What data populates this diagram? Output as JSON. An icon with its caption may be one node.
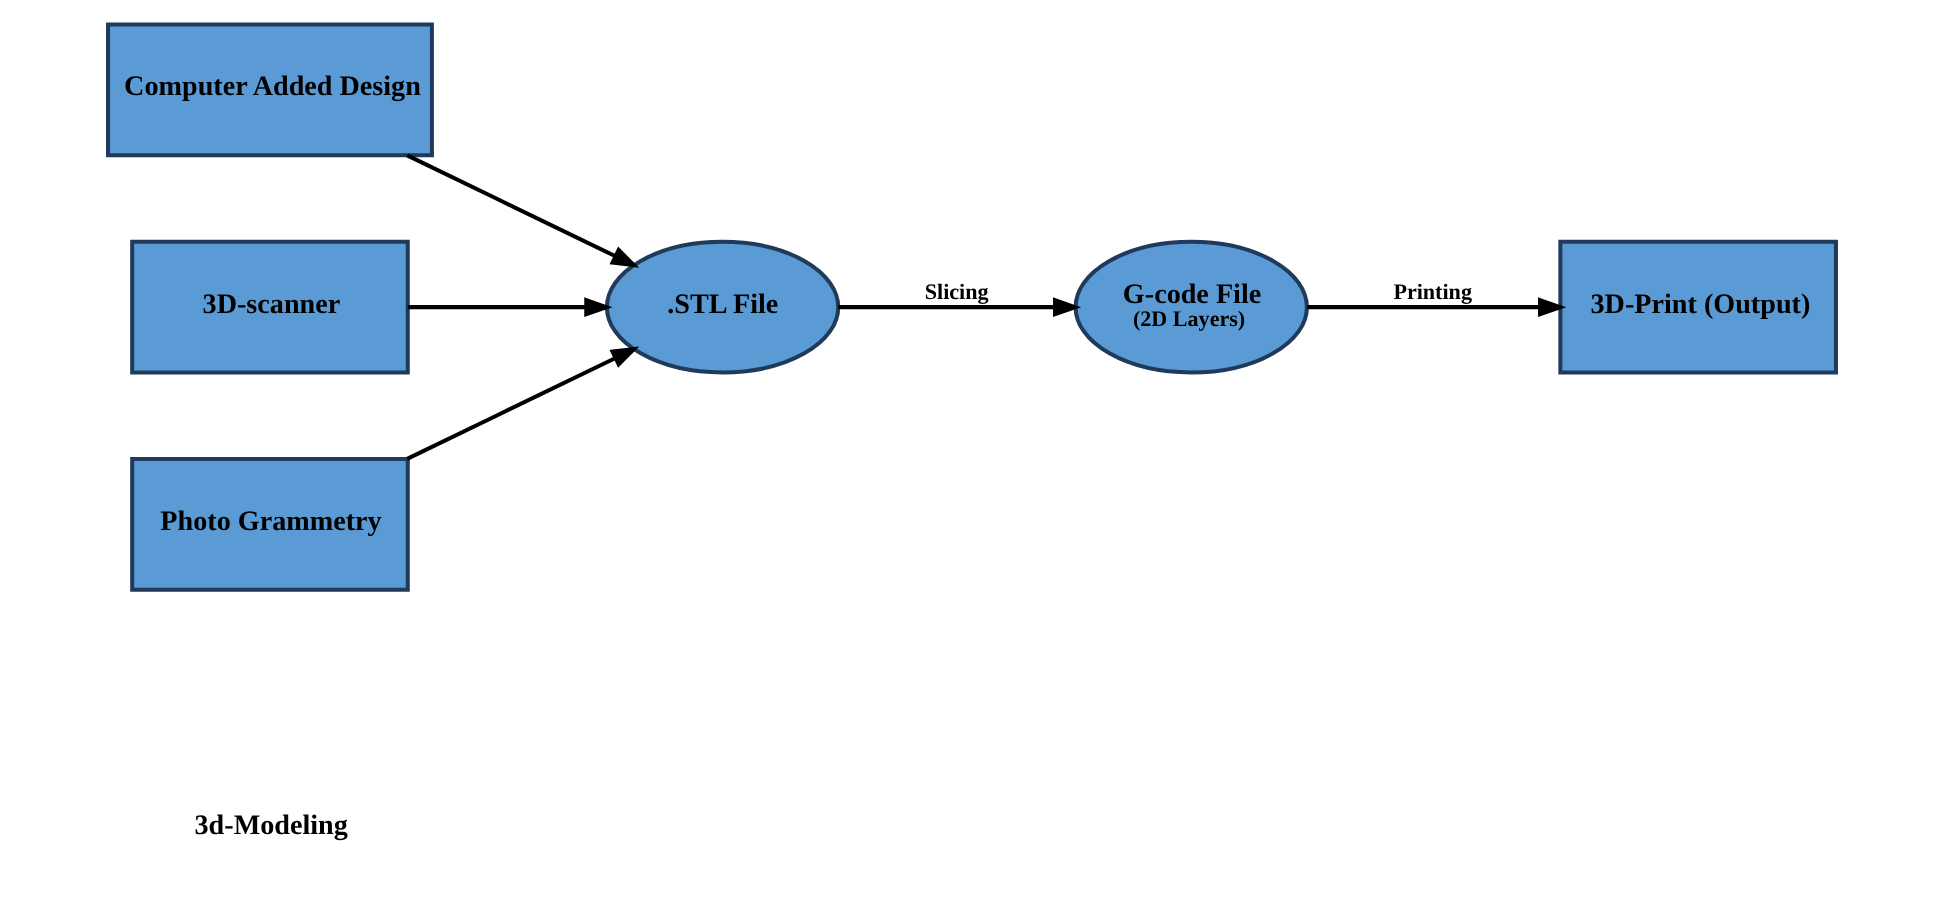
{
  "diagram": {
    "nodes": [
      {
        "text": [
          "Computer Added Design"
        ]
      },
      {
        "text": [
          "3D-scanner"
        ]
      },
      {
        "text": [
          "Photo Grammetry"
        ]
      },
      {
        "text": [
          ".STL File"
        ]
      },
      {
        "text": [
          "G-code File",
          "(2D Layers)"
        ]
      },
      {
        "text": [
          "3D-Print (Output)"
        ]
      }
    ],
    "edges": [
      {
        "from": 0,
        "to": 3,
        "arrow": "to"
      },
      {
        "from": 1,
        "to": 3,
        "arrow": "to"
      },
      {
        "from": 2,
        "to": 3,
        "arrow": "to"
      },
      {
        "from": 3,
        "to": 4,
        "arrow": "to",
        "label": "Slicing"
      },
      {
        "from": 4,
        "to": 5,
        "arrow": "to",
        "label": "Printing"
      }
    ],
    "labels": [
      "3d-Modeling"
    ]
  }
}
